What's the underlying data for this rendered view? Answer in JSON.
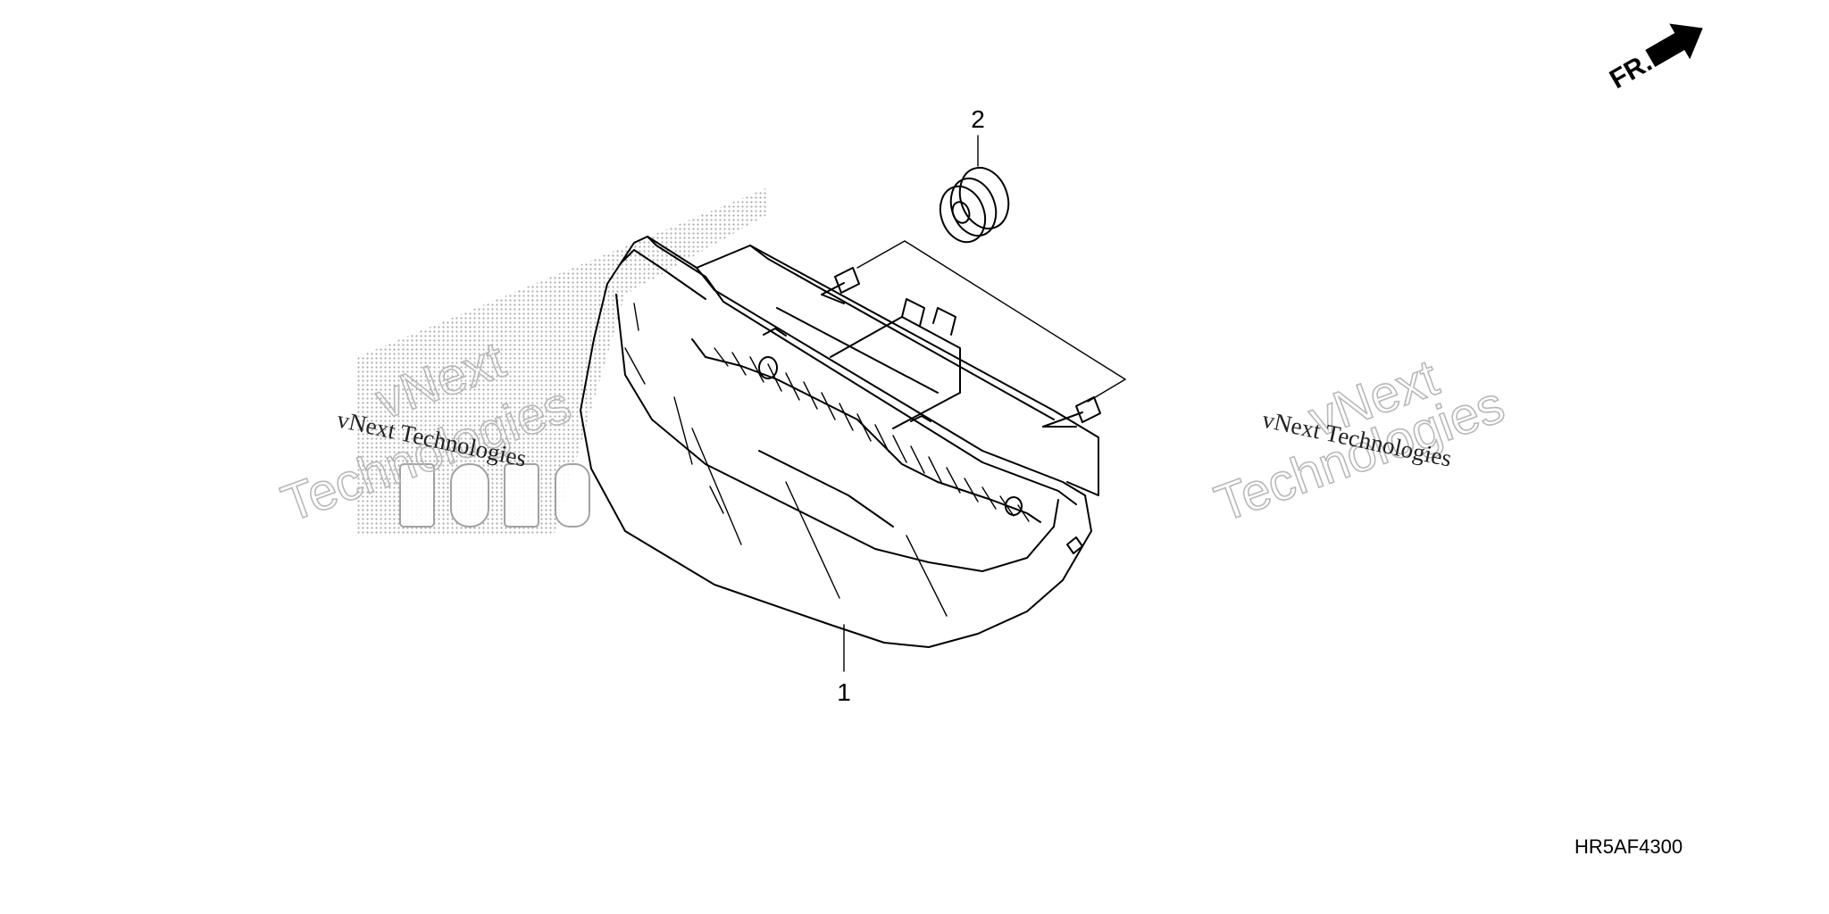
{
  "diagram": {
    "callouts": [
      {
        "label": "1",
        "part": "tail light assembly"
      },
      {
        "label": "2",
        "part": "grommet"
      }
    ],
    "front_indicator": "FR.",
    "diagram_code": "HR5AF4300",
    "watermarks": {
      "left_line": "vNext Technologies",
      "left_outline_top": "vNext",
      "left_outline_bottom": "Technologies",
      "right_line": "vNext Technologies",
      "right_outline_top": "vNext",
      "right_outline_bottom": "Technologies"
    },
    "colors": {
      "ink": "#000000",
      "background": "#ffffff",
      "watermark_outline": "#b8b8b8",
      "screen_dots": "#9a9a9a"
    }
  }
}
